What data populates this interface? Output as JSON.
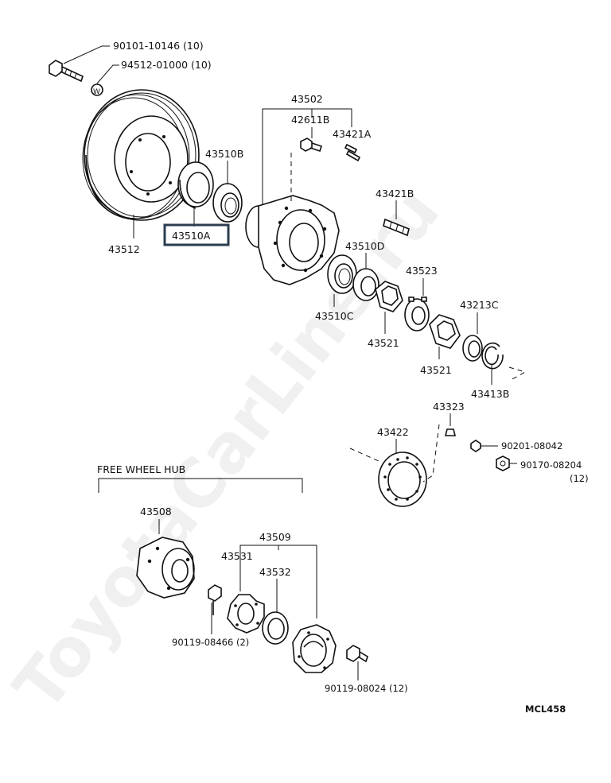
{
  "diagram": {
    "watermark": "ToyotaCarLine.ru",
    "section_title": "FREE WHEEL HUB",
    "figure_code": "MCL458",
    "highlighted_label": "43510A",
    "labels": {
      "bolt_90101": "90101-10146 (10)",
      "washer_94512": "94512-01000 (10)",
      "disc_43512": "43512",
      "bearing_43510B": "43510B",
      "hub_43502": "43502",
      "bolt_42611B": "42611B",
      "stud_43421A": "43421A",
      "stud_43421B": "43421B",
      "bearing_43510D": "43510D",
      "bearing_43510C": "43510C",
      "washer_43523": "43523",
      "nut_43521_a": "43521",
      "nut_43521_b": "43521",
      "ring_43213C": "43213C",
      "snapring_43413B": "43413B",
      "cone_43323": "43323",
      "gasket_43422": "43422",
      "nut_90201": "90201-08042",
      "nut_90170": "90170-08204",
      "nut_90170_qty": "(12)",
      "body_43508": "43508",
      "cover_43509": "43509",
      "plate_43531": "43531",
      "ring_43532": "43532",
      "bolt_90119_08466": "90119-08466 (2)",
      "bolt_90119_08024": "90119-08024 (12)"
    }
  }
}
